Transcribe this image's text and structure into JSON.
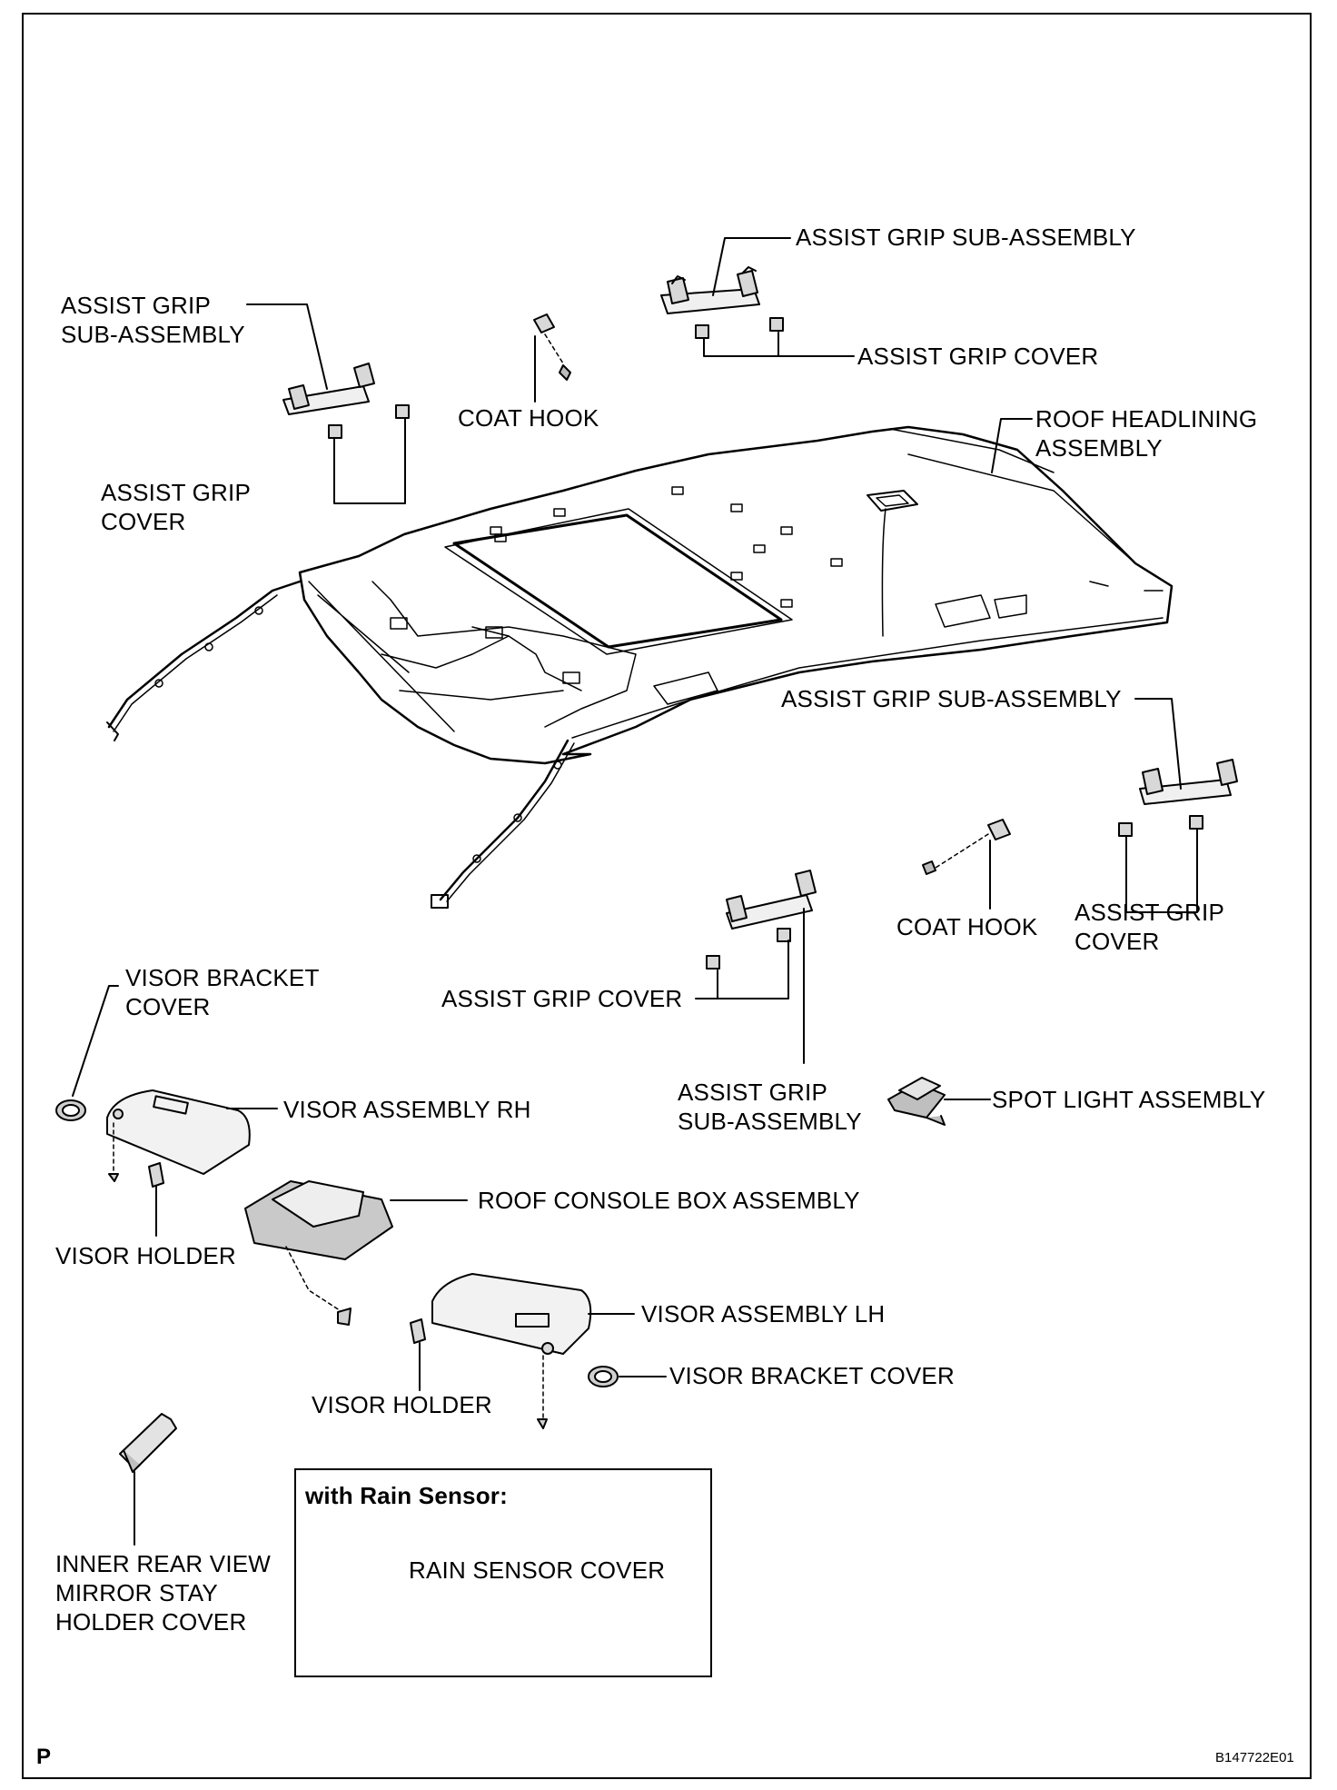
{
  "labels": {
    "assist_grip_sub_assembly_top": "ASSIST GRIP SUB-ASSEMBLY",
    "assist_grip_cover_top": "ASSIST GRIP COVER",
    "assist_grip_sub_assembly_left": "ASSIST GRIP\nSUB-ASSEMBLY",
    "coat_hook_top": "COAT HOOK",
    "roof_headlining_assembly": "ROOF HEADLINING\nASSEMBLY",
    "assist_grip_cover_left": "ASSIST GRIP\nCOVER",
    "assist_grip_sub_assembly_right": "ASSIST GRIP SUB-ASSEMBLY",
    "coat_hook_right": "COAT HOOK",
    "assist_grip_cover_right": "ASSIST GRIP\nCOVER",
    "visor_bracket_cover_left": "VISOR BRACKET\nCOVER",
    "assist_grip_cover_mid": "ASSIST GRIP COVER",
    "assist_grip_sub_assembly_mid": "ASSIST GRIP\nSUB-ASSEMBLY",
    "spot_light_assembly": "SPOT LIGHT ASSEMBLY",
    "visor_assembly_rh": "VISOR ASSEMBLY RH",
    "roof_console_box_assembly": "ROOF CONSOLE BOX ASSEMBLY",
    "visor_holder_left": "VISOR HOLDER",
    "visor_assembly_lh": "VISOR ASSEMBLY LH",
    "visor_bracket_cover_right": "VISOR BRACKET COVER",
    "visor_holder_mid": "VISOR HOLDER",
    "inner_rear_view_mirror": "INNER REAR VIEW\nMIRROR STAY\nHOLDER COVER",
    "rain_sensor_cover": "RAIN SENSOR COVER"
  },
  "rain_box": {
    "title": "with Rain Sensor:"
  },
  "footer": {
    "page_letter": "P",
    "figure_code": "B147722E01"
  }
}
